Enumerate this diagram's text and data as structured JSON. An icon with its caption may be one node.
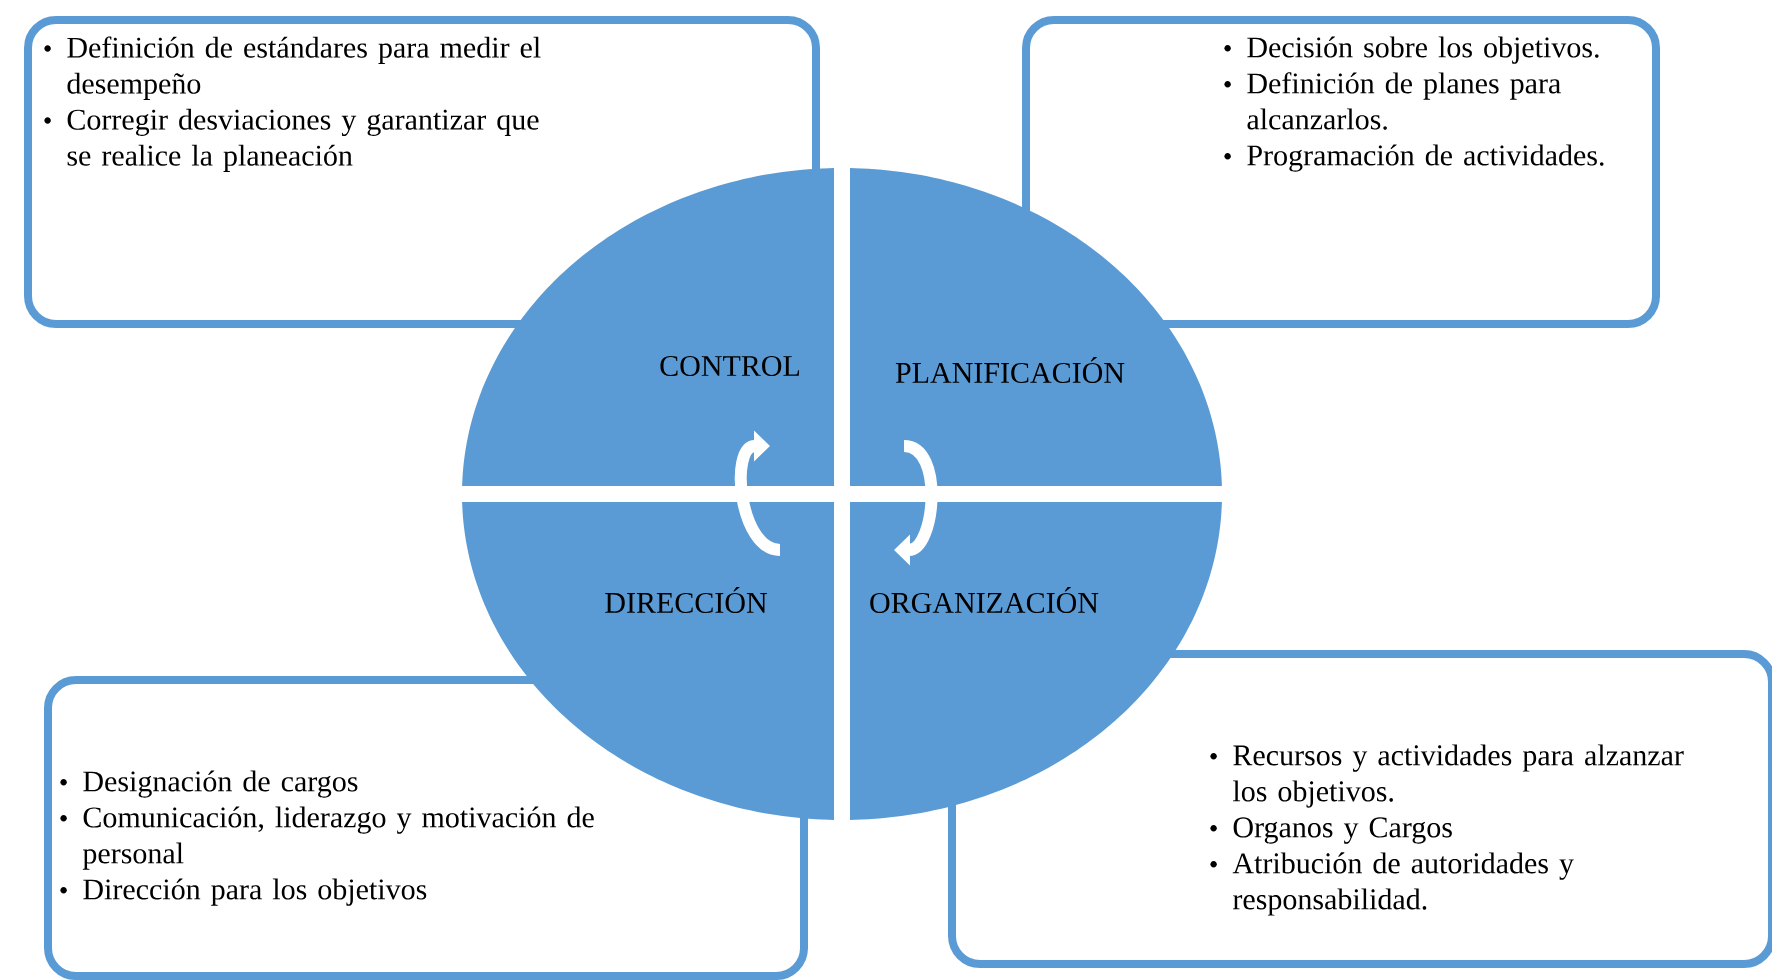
{
  "diagram": {
    "nodes": [
      {
        "text": [
          "Definición de estándares para medir el desempeño",
          "Corregir desviaciones y garantizar que se realice la planeación"
        ]
      },
      {
        "text": [
          "Decisión sobre los objetivos.",
          "Definición de planes para alcanzarlos.",
          "Programación de actividades."
        ]
      },
      {
        "text": [
          "CONTROL"
        ]
      },
      {
        "text": [
          "PLANIFICACIÓN"
        ]
      },
      {
        "text": [
          "DIRECCIÓN"
        ]
      },
      {
        "text": [
          "ORGANIZACIÓN"
        ]
      },
      {
        "text": [
          "Designación de cargos",
          "Comunicación, liderazgo y motivación de personal",
          "Dirección para los objetivos"
        ]
      },
      {
        "text": [
          "Recursos y actividades para alzanzar los objetivos.",
          "Organos y Cargos",
          "Atribución de autoridades y responsabilidad."
        ]
      }
    ],
    "edges": [
      {
        "from": 4,
        "to": 2,
        "arrow": "to"
      },
      {
        "from": 3,
        "to": 5,
        "arrow": "to"
      }
    ]
  }
}
